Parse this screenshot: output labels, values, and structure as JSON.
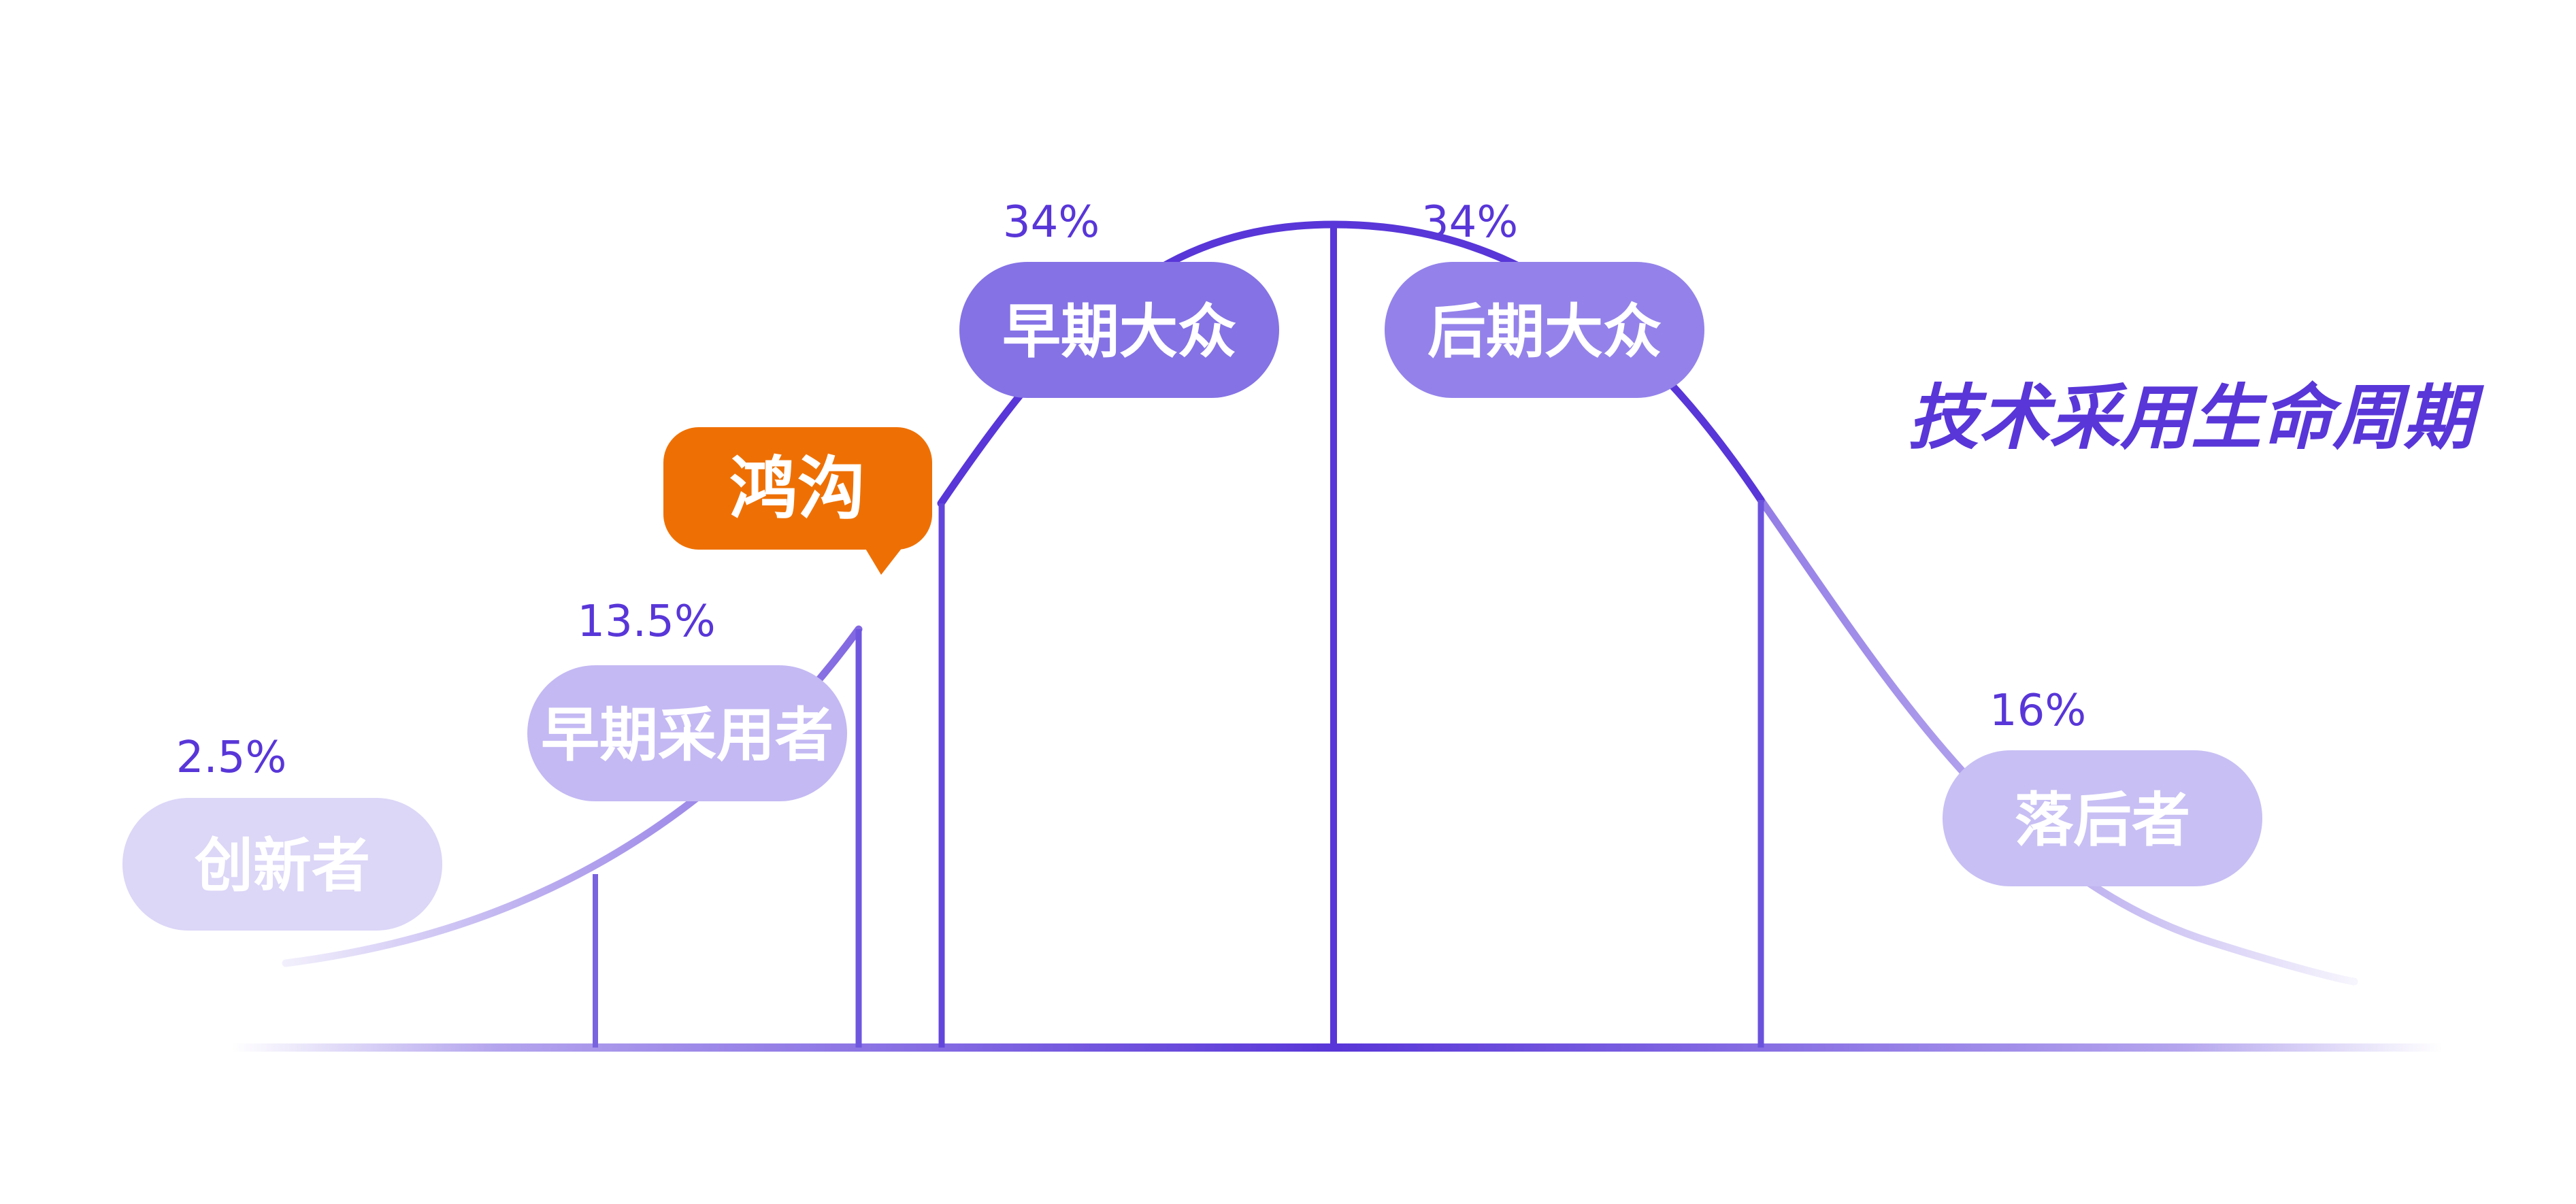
{
  "title": "技术采用生命周期",
  "segments": [
    {
      "label": "创新者",
      "percent": "2.5%"
    },
    {
      "label": "早期采用者",
      "percent": "13.5%"
    },
    {
      "label": "早期大众",
      "percent": "34%"
    },
    {
      "label": "后期大众",
      "percent": "34%"
    },
    {
      "label": "落后者",
      "percent": "16%"
    }
  ],
  "chasm_callout": "鸿沟",
  "colors": {
    "accent": "#5836d8",
    "callout": "#ee7004",
    "pill_innovators": "#dcd6f7",
    "pill_early_adopters": "#c4b9f3",
    "pill_early_majority": "#8572e5",
    "pill_late_majority": "#9482ea",
    "pill_laggards": "#c8bff4",
    "pill_text": "#ffffff"
  }
}
